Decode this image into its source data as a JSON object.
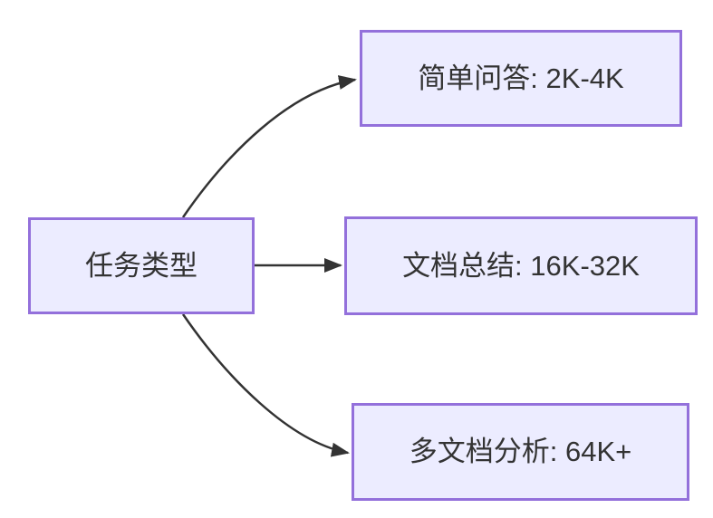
{
  "diagram": {
    "type": "flowchart-left-to-right",
    "root": {
      "label": "任务类型"
    },
    "children": [
      {
        "label": "简单问答: 2K-4K"
      },
      {
        "label": "文档总结: 16K-32K"
      },
      {
        "label": "多文档分析: 64K+"
      }
    ],
    "edges": [
      {
        "from": "任务类型",
        "to": "简单问答: 2K-4K"
      },
      {
        "from": "任务类型",
        "to": "文档总结: 16K-32K"
      },
      {
        "from": "任务类型",
        "to": "多文档分析: 64K+"
      }
    ],
    "colors": {
      "node_fill": "#ECECFF",
      "node_border": "#9370DB",
      "edge": "#333333",
      "text": "#333333",
      "background": "#FFFFFF"
    }
  }
}
